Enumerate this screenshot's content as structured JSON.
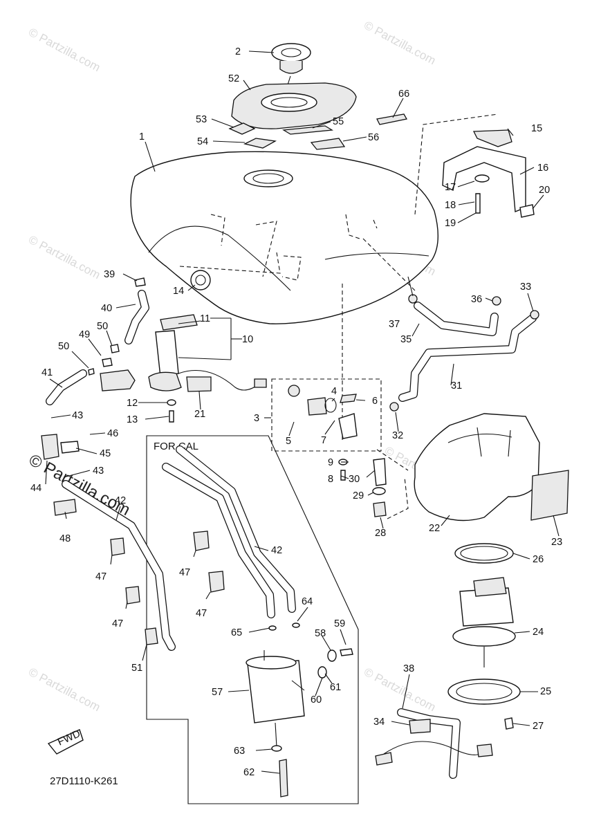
{
  "diagram": {
    "for_cal_label": "FOR CAL",
    "diagram_code": "27D1110-K261",
    "fwd_label": "FWD",
    "watermark_text": "© Partzilla.com",
    "callouts": [
      "1",
      "2",
      "3",
      "4",
      "5",
      "6",
      "7",
      "8",
      "9",
      "10",
      "11",
      "12",
      "13",
      "14",
      "15",
      "16",
      "17",
      "18",
      "19",
      "20",
      "21",
      "22",
      "23",
      "24",
      "25",
      "26",
      "27",
      "28",
      "29",
      "30",
      "31",
      "32",
      "33",
      "34",
      "35",
      "36",
      "37",
      "38",
      "39",
      "40",
      "41",
      "42",
      "43",
      "44",
      "45",
      "46",
      "47",
      "48",
      "49",
      "50",
      "51",
      "52",
      "53",
      "54",
      "55",
      "56",
      "57",
      "58",
      "59",
      "60",
      "61",
      "62",
      "63",
      "64",
      "65",
      "66"
    ]
  }
}
